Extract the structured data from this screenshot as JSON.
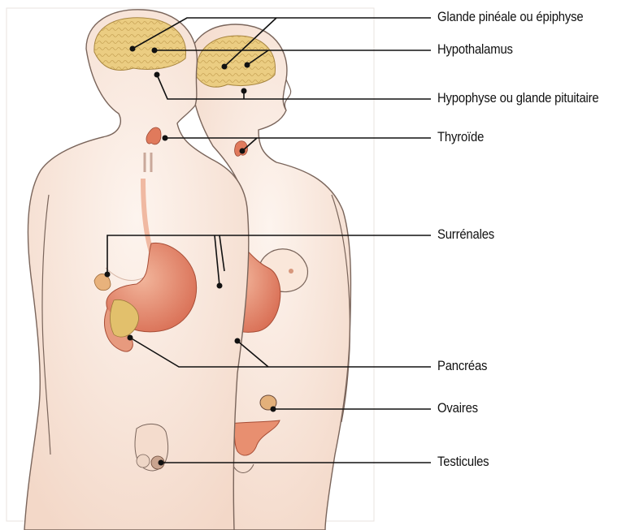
{
  "labels": [
    {
      "id": "pineale",
      "text": "Glande pinéale ou épiphyse"
    },
    {
      "id": "hypothalamus",
      "text": "Hypothalamus"
    },
    {
      "id": "hypophyse",
      "text": "Hypophyse ou glande pituitaire"
    },
    {
      "id": "thyroide",
      "text": "Thyroïde"
    },
    {
      "id": "surrenales",
      "text": "Surrénales"
    },
    {
      "id": "pancreas",
      "text": "Pancréas"
    },
    {
      "id": "ovaires",
      "text": "Ovaires"
    },
    {
      "id": "testicules",
      "text": "Testicules"
    }
  ],
  "colors": {
    "skin_outline": "#6b5a52",
    "skin_fill": "#fbefe6",
    "brain": "#e8c77a",
    "organ": "#e58a6c",
    "gland": "#d9b86a",
    "leader": "#111111"
  }
}
